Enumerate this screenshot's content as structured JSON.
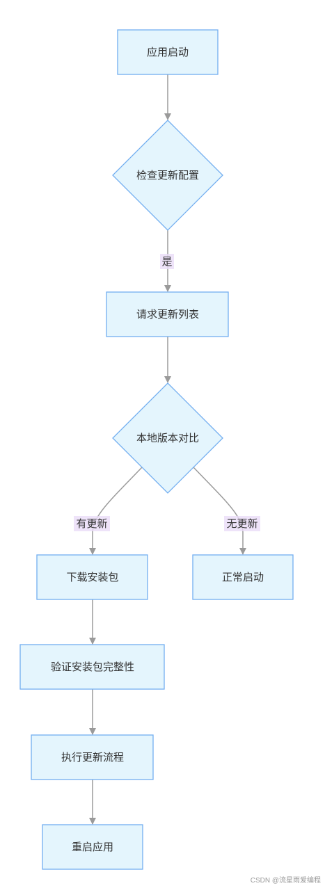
{
  "colors": {
    "node_fill": "#e4f5fd",
    "node_stroke": "#72aef0",
    "edge_stroke": "#9a9a9a",
    "label_background": "#eadcf7"
  },
  "nodes": {
    "app_start": "应用启动",
    "check_config": "检查更新配置",
    "request_list": "请求更新列表",
    "compare_version": "本地版本对比",
    "download_package": "下载安装包",
    "normal_start": "正常启动",
    "verify_package": "验证安装包完整性",
    "run_update": "执行更新流程",
    "restart_app": "重启应用"
  },
  "edge_labels": {
    "yes": "是",
    "has_update": "有更新",
    "no_update": "无更新"
  },
  "watermark": "CSDN @流星雨爱编程"
}
